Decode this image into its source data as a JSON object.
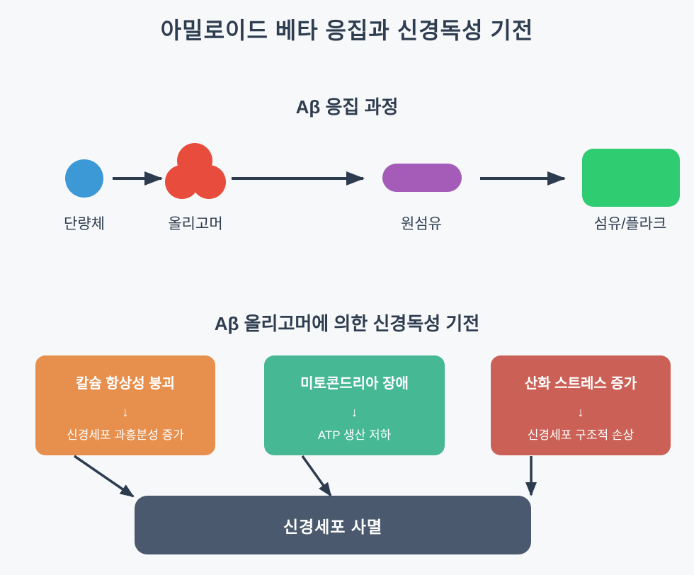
{
  "page": {
    "title": "아밀로이드 베타 응집과 신경독성 기전",
    "background_color": "#F7F8FA",
    "text_color": "#2E3D4F",
    "arrow_color": "#2C3B4E"
  },
  "aggregation": {
    "heading": "Aβ 응집 과정",
    "stages": [
      {
        "label": "단량체",
        "shape": "circle",
        "color": "#3D99D6"
      },
      {
        "label": "올리고머",
        "shape": "cluster",
        "color": "#E74C3C"
      },
      {
        "label": "원섬유",
        "shape": "pill",
        "color": "#A45CB8"
      },
      {
        "label": "섬유/플라크",
        "shape": "rounded-rect",
        "color": "#30CC71"
      }
    ]
  },
  "toxicity": {
    "heading": "Aβ 올리고머에 의한 신경독성 기전",
    "mechanisms": [
      {
        "title": "칼슘 항상성 붕괴",
        "arrow": "↓",
        "effect": "신경세포 과흥분성 증가",
        "color": "#E78F4D"
      },
      {
        "title": "미토콘드리아 장애",
        "arrow": "↓",
        "effect": "ATP 생산 저하",
        "color": "#46B893"
      },
      {
        "title": "산화 스트레스 증가",
        "arrow": "↓",
        "effect": "신경세포 구조적 손상",
        "color": "#CB6156"
      }
    ],
    "outcome": {
      "label": "신경세포 사멸",
      "color": "#4A596D"
    }
  }
}
